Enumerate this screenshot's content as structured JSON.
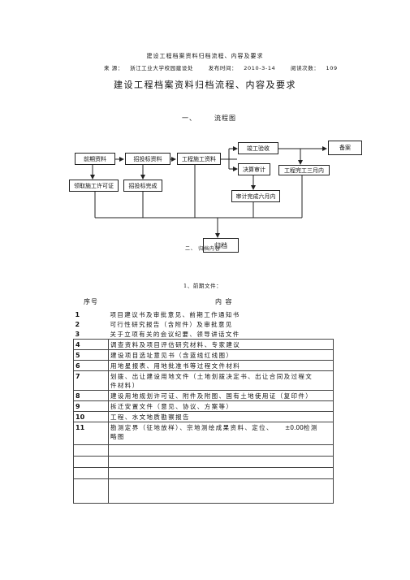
{
  "header": {
    "small_title": "建设工程档案资料归档流程、内容及要求",
    "source_label": "来 源：",
    "source_value": "浙江工业大学校园建设处",
    "published_label": "发布时间：",
    "published_value": "2010-3-14",
    "views_label": "阅读次数：",
    "views_value": "109",
    "main_title": "建设工程档案资料归档流程、内容及要求"
  },
  "section1": {
    "number": "一、",
    "title": "流程图"
  },
  "flowchart": {
    "qianqi": "前期资料",
    "zhaotoubiao": "招投标资料",
    "shigong": "工程施工资料",
    "jungong": "竣工验收",
    "beian": "备案",
    "juesuan": "决算审计",
    "wangong": "工程完工三月内",
    "shenji": "审计完成六月内",
    "lingqu": "领取施工许可证",
    "zhaotoubiao_done": "招投标完成",
    "guidang": "归档"
  },
  "section2": {
    "title": "二、 归档内容"
  },
  "sub1": {
    "title": "1、前期文件："
  },
  "table": {
    "col_no": "序号",
    "col_content": "内          容",
    "rows": [
      {
        "no": "1",
        "text": "项目建议书及审批意见、前期工作通知书",
        "text2": ""
      },
      {
        "no": "2",
        "text": "可行性研究报告（含附件）及审批意见",
        "text2": ""
      },
      {
        "no": "3",
        "text": "关于立项有关的会议纪要、领导讲话文件",
        "text2": ""
      },
      {
        "no": "4",
        "text": "调查资料及项目评估研究材料、专家建议",
        "text2": ""
      },
      {
        "no": "5",
        "text": "建设项目选址意见书（含蓝线红线图）",
        "text2": ""
      },
      {
        "no": "6",
        "text": "用地星报表、用地批准书等过程文件材料",
        "text2": ""
      },
      {
        "no": "7",
        "text": "划拨、出让建设用地文件（土地划拨决定书、出让合同及过程文",
        "text2": "件材料）"
      },
      {
        "no": "8",
        "text": "建设用地规划许可证、附件及附图、国有土地使用证（复印件）",
        "text2": ""
      },
      {
        "no": "9",
        "text": "拆迁安置文件（意见、协议、方案等）",
        "text2": ""
      },
      {
        "no": "10",
        "text": "工程、水文地质勘察报告",
        "text2": ""
      },
      {
        "no": "11",
        "text": "勘测定界（征地放样）、宗地测绘成果资料、定位、",
        "text_value": "±0.00",
        "text_after": "检测",
        "text2": "略图"
      }
    ]
  }
}
